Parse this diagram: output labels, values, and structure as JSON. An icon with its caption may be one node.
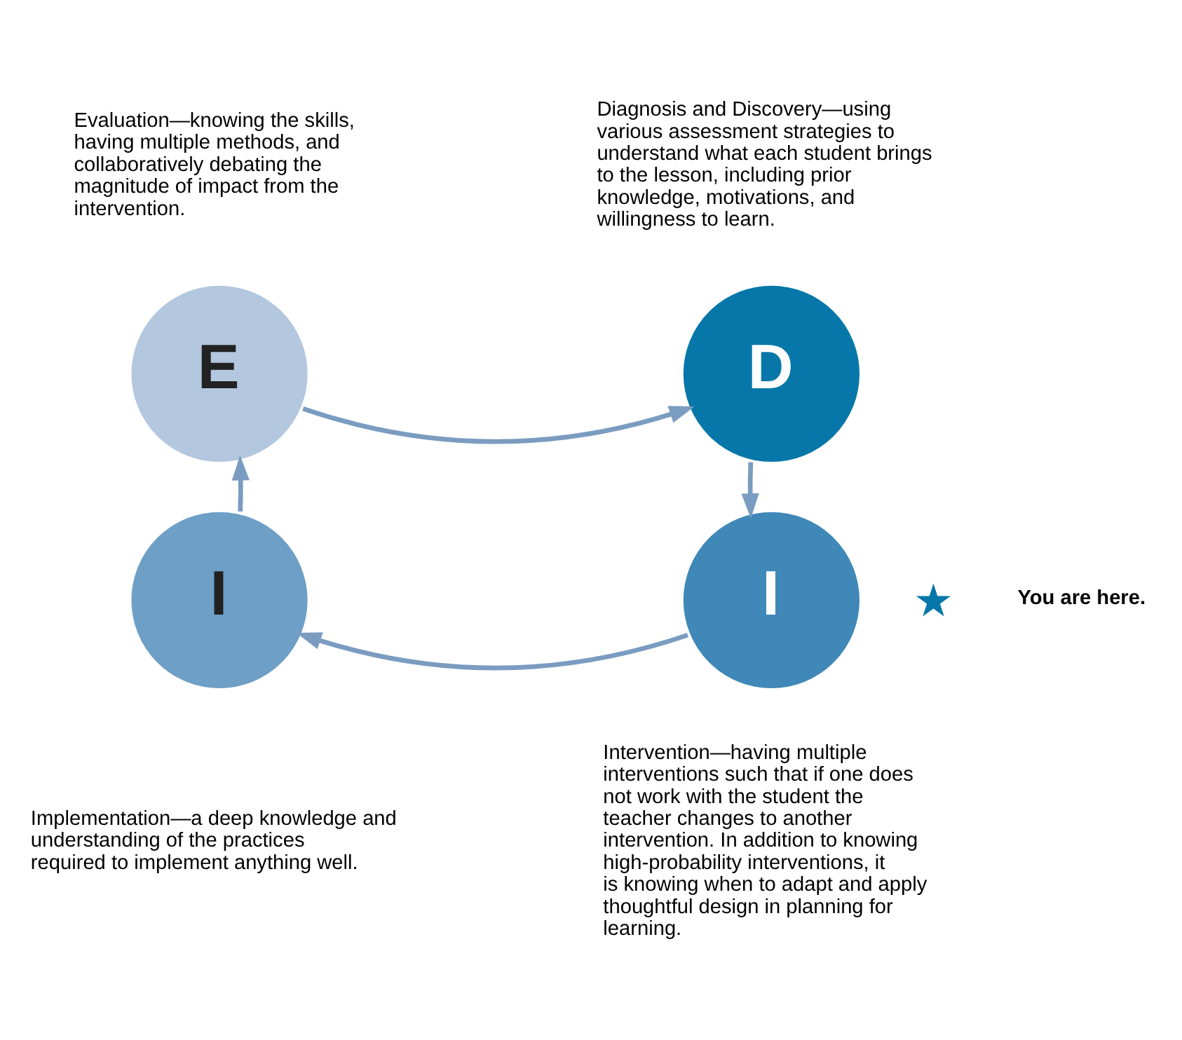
{
  "diagram": {
    "nodes": [
      {
        "text": [
          "E"
        ]
      },
      {
        "text": [
          "D"
        ]
      },
      {
        "text": [
          "I"
        ]
      },
      {
        "text": [
          "I"
        ]
      },
      {
        "text": [],
        "shape": "star"
      }
    ],
    "edges": [
      {
        "from": 0,
        "to": 1,
        "arrow": "to"
      },
      {
        "from": 1,
        "to": 3,
        "arrow": "to"
      },
      {
        "from": 3,
        "to": 2,
        "arrow": "to"
      },
      {
        "from": 2,
        "to": 0,
        "arrow": "to"
      }
    ],
    "labels": [
      "Evaluation—knowing the skills, having multiple methods, and collaboratively debating the magnitude of impact from the intervention.",
      "Diagnosis and Discovery—using various assessment strategies to understand what each student brings to the lesson, including prior knowledge, motivations, and willingness to learn.",
      "You are here.",
      "Implementation—a deep knowledge and understanding of the practices required to implement anything well.",
      "Intervention—having multiple interventions such that if one does not work with the student the teacher changes to another intervention. In addition to knowing high-probability interventions, it is knowing when to adapt and apply thoughtful design in planning for learning."
    ]
  }
}
